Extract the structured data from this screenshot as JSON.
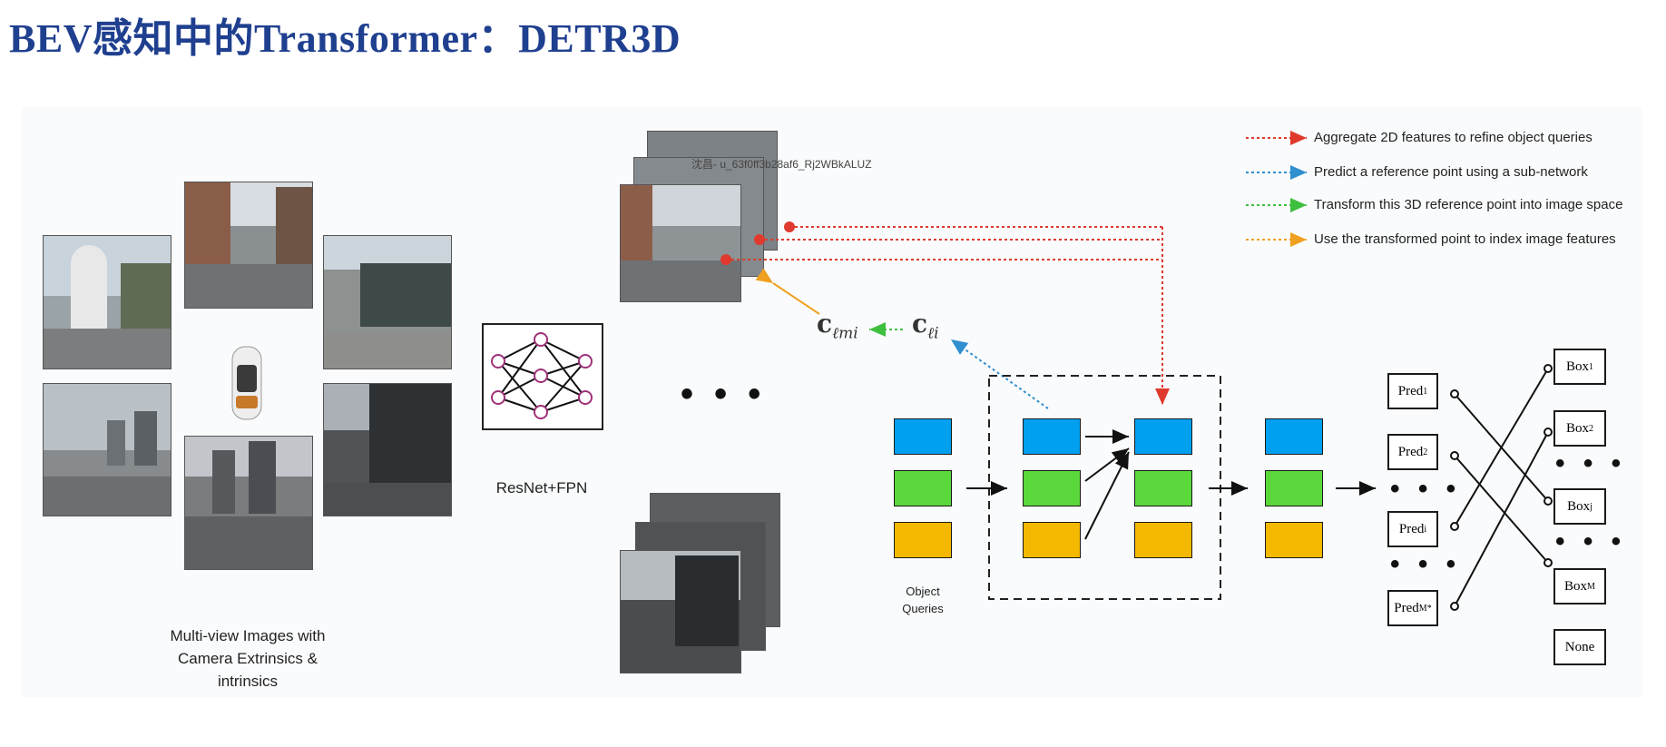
{
  "title": "BEV感知中的Transformer：DETR3D",
  "watermark": "沈昌- u_63f0ff3b28af6_Rj2WBkALUZ",
  "labels": {
    "multiview": "Multi-view Images with Camera Extrinsics & intrinsics",
    "backbone": "ResNet+FPN",
    "object_queries": "Object Queries",
    "c_lmi": "c",
    "c_lmi_sub": "ℓmi",
    "c_li": "c",
    "c_li_sub": "ℓi",
    "ellipsis": "• • •"
  },
  "legend": [
    {
      "text": "Aggregate 2D features to refine object queries",
      "color": "#e03a2e"
    },
    {
      "text": "Predict a reference point using a sub-network",
      "color": "#2f8fd0"
    },
    {
      "text": "Transform this 3D reference point into image space",
      "color": "#3fbf3f"
    },
    {
      "text": "Use the transformed point to index image features",
      "color": "#f0a020"
    }
  ],
  "preds": [
    "Pred",
    "Pred",
    "Pred",
    "Pred"
  ],
  "preds_sub": [
    "1",
    "2",
    "i",
    "M*"
  ],
  "boxes": [
    "Box",
    "Box",
    "Box",
    "Box",
    "None"
  ],
  "boxes_sub": [
    "1",
    "2",
    "j",
    "M",
    ""
  ],
  "colors": {
    "title": "#1f3f8f",
    "query_blue": "#00a0f0",
    "query_green": "#5ad83c",
    "query_yellow": "#f5b800"
  }
}
